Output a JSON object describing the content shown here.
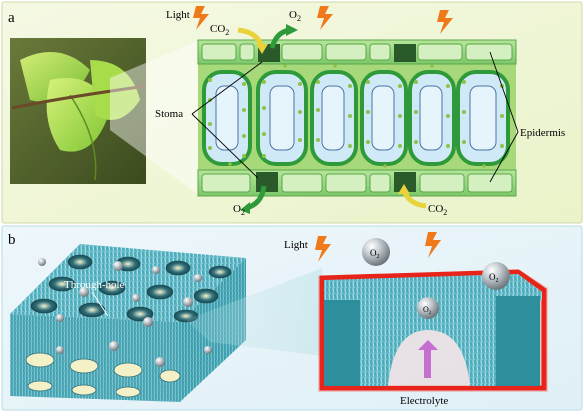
{
  "panel_a": {
    "label": "a",
    "light": "Light",
    "co2_top": "CO",
    "o2_top": "O",
    "stoma": "Stoma",
    "epidermis": "Epidermis",
    "o2_bottom": "O",
    "co2_bottom": "CO",
    "sub2": "2"
  },
  "panel_b": {
    "label": "b",
    "through_hole": "Through-hole",
    "light": "Light",
    "o2_bubble": "O",
    "electrolyte": "Electrolyte",
    "sub2": "2"
  },
  "colors": {
    "panel_a_bg": "#f3f8dc",
    "panel_b_bg": "#eaf5fa",
    "leaf_green": "#8fd14f",
    "cell_blue": "#cfe9f6",
    "teal": "#2a9aa6",
    "red_glow": "#e8241a",
    "arrow_green": "#2e9a3a",
    "arrow_yellow": "#e9d23a",
    "arrow_purple": "#c56fd0",
    "lightning": "#f07a1a"
  }
}
